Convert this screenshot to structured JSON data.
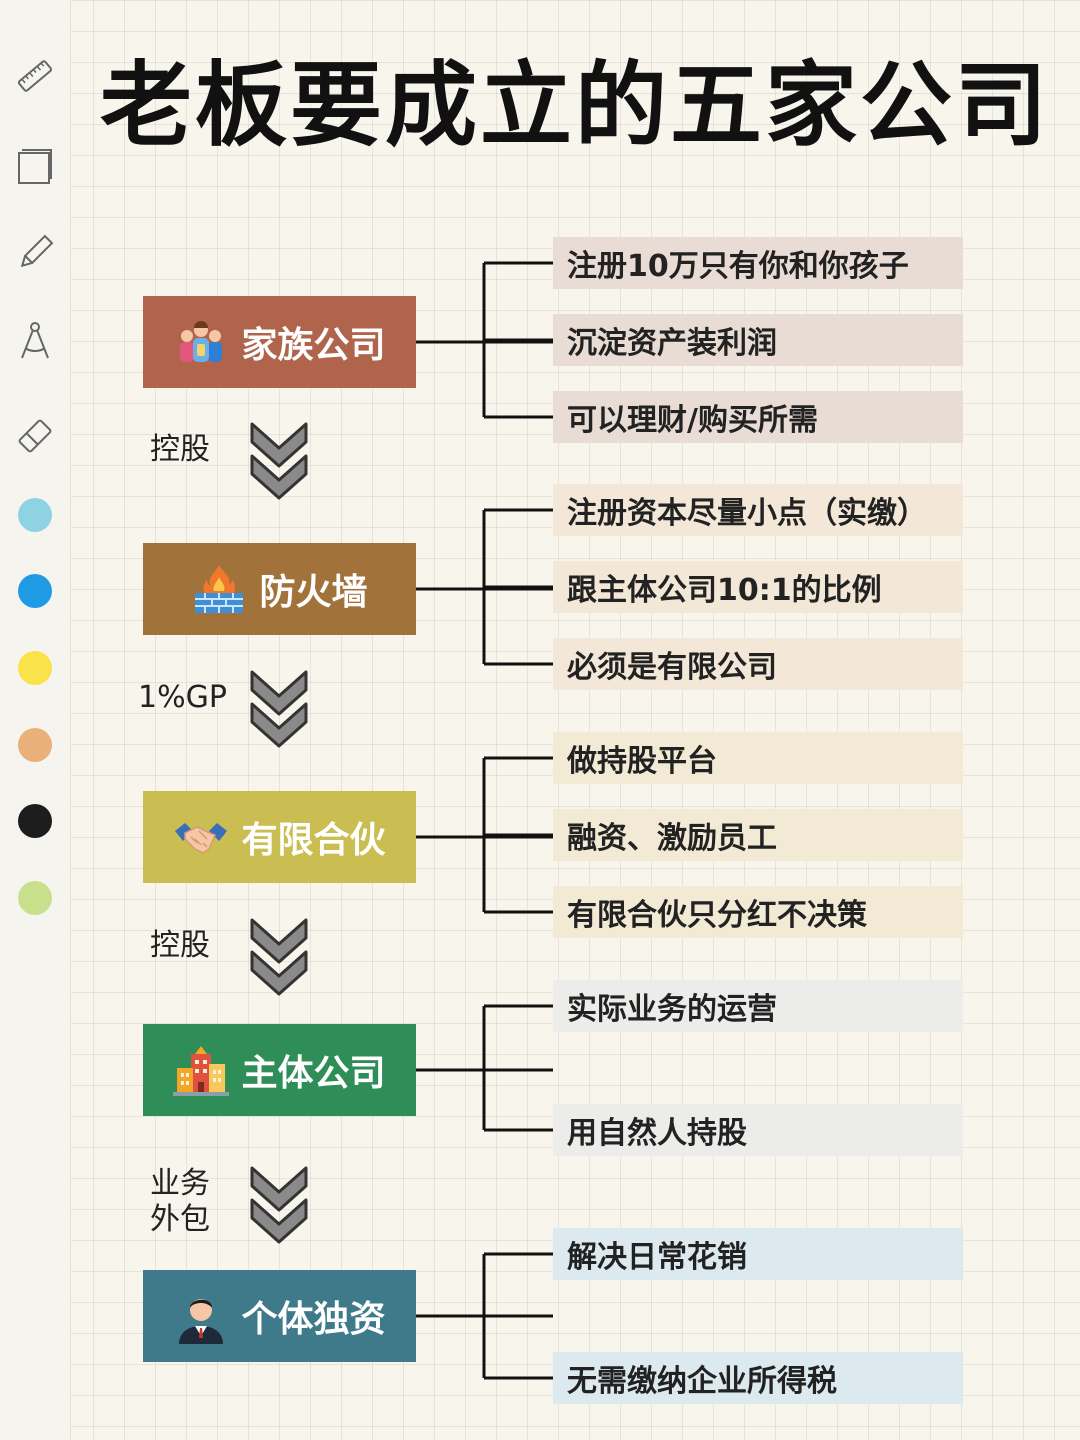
{
  "title": "老板要成立的五家公司",
  "sidebar": {
    "tools": [
      "ruler-icon",
      "square-icon",
      "pencil-icon",
      "compass-icon",
      "eraser-icon"
    ],
    "colors": [
      "#8fd3e3",
      "#1f9be6",
      "#f9e24a",
      "#e9b07a",
      "#1d1d1d",
      "#c8e08c"
    ]
  },
  "companies": [
    {
      "name": "家族公司",
      "color": "#b0644c",
      "icon": "family-icon",
      "notes": [
        "注册10万只有你和你孩子",
        "沉淀资产装利润",
        "可以理财/购买所需"
      ],
      "note_bg": "#e8dcd4"
    },
    {
      "name": "防火墙",
      "color": "#a1733b",
      "icon": "firewall-icon",
      "notes": [
        "注册资本尽量小点（实缴）",
        "跟主体公司10:1的比例",
        "必须是有限公司"
      ],
      "note_bg": "#f3e7d7"
    },
    {
      "name": "有限合伙",
      "color": "#cabd52",
      "icon": "handshake-icon",
      "notes": [
        "做持股平台",
        "融资、激励员工",
        "有限合伙只分红不决策"
      ],
      "note_bg": "#f3ead6"
    },
    {
      "name": "主体公司",
      "color": "#2f8d58",
      "icon": "building-icon",
      "notes": [
        "实际业务的运营",
        "用自然人持股"
      ],
      "note_bg": "#ececea"
    },
    {
      "name": "个体独资",
      "color": "#3f7a8a",
      "icon": "businessman-icon",
      "notes": [
        "解决日常花销",
        "无需缴纳企业所得税"
      ],
      "note_bg": "#dceaf0"
    }
  ],
  "relations": [
    {
      "label": "控股"
    },
    {
      "label": "1%GP"
    },
    {
      "label": "控股"
    },
    {
      "label": "业务\n外包"
    }
  ]
}
